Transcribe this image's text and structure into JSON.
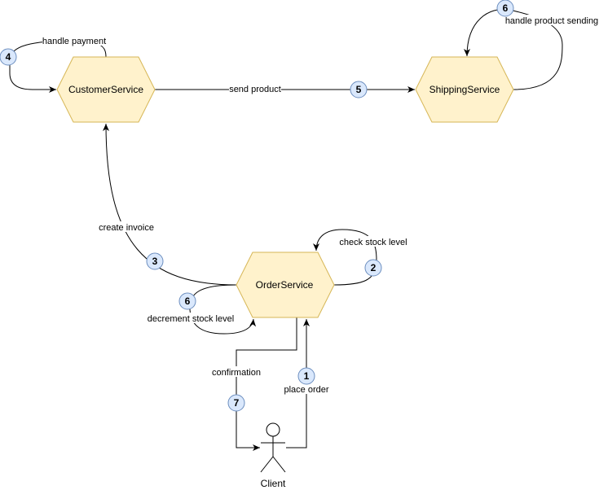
{
  "nodes": {
    "customer_service": "CustomerService",
    "shipping_service": "ShippingService",
    "order_service": "OrderService",
    "client": "Client"
  },
  "edges": {
    "handle_payment": "handle payment",
    "send_product": "send product",
    "handle_product_sending": "handle product sending",
    "create_invoice": "create invoice",
    "check_stock_level": "check stock level",
    "decrement_stock_level": "decrement stock level",
    "confirmation": "confirmation",
    "place_order": "place order"
  },
  "steps": {
    "place_order": "1",
    "check_stock_level": "2",
    "create_invoice": "3",
    "handle_payment": "4",
    "send_product": "5",
    "handle_product_sending": "6",
    "decrement_stock_level": "6",
    "confirmation": "7"
  },
  "colors": {
    "service_fill": "#fff2cc",
    "service_stroke": "#d6b656",
    "badge_fill": "#dae8fc",
    "badge_stroke": "#6c8ebf"
  }
}
